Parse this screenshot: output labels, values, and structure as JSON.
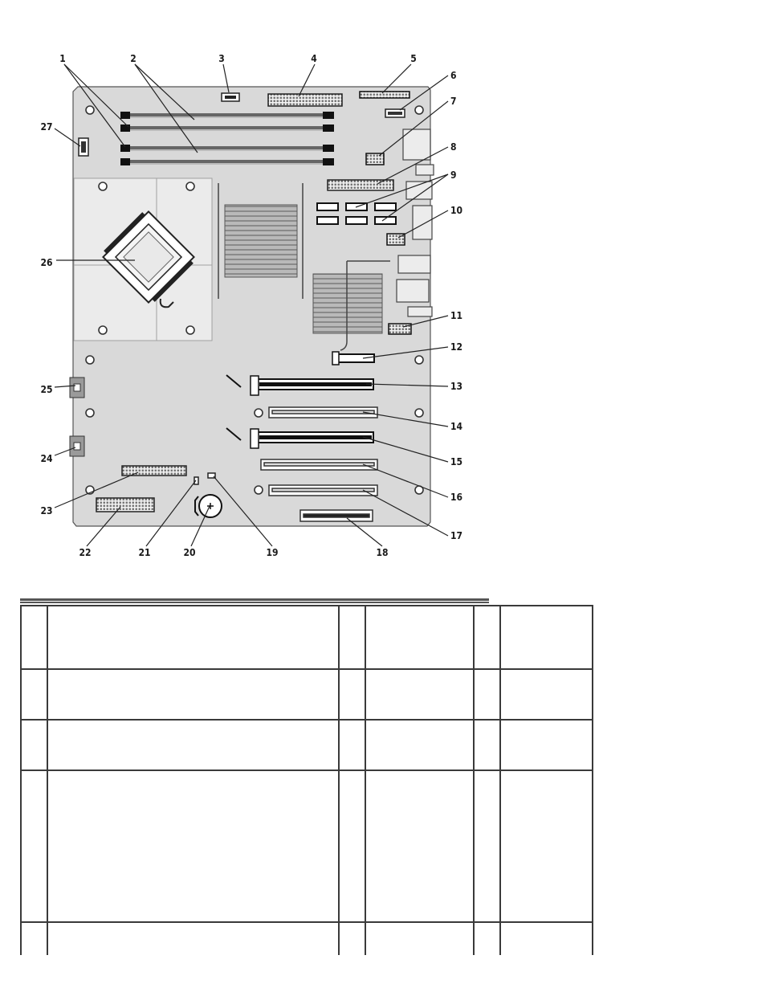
{
  "callouts": [
    "1",
    "2",
    "3",
    "4",
    "5",
    "6",
    "7",
    "8",
    "9",
    "10",
    "11",
    "12",
    "13",
    "14",
    "15",
    "16",
    "17",
    "18",
    "19",
    "20",
    "21",
    "22",
    "23",
    "24",
    "25",
    "26",
    "27"
  ],
  "legend": {
    "rows": [
      [
        "",
        "",
        "",
        "",
        "",
        ""
      ],
      [
        "",
        "",
        "",
        "",
        "",
        ""
      ],
      [
        "",
        "",
        "",
        "",
        "",
        ""
      ],
      [
        "",
        "",
        "",
        "",
        "",
        ""
      ],
      [
        "",
        "",
        "",
        "",
        "",
        ""
      ]
    ]
  }
}
